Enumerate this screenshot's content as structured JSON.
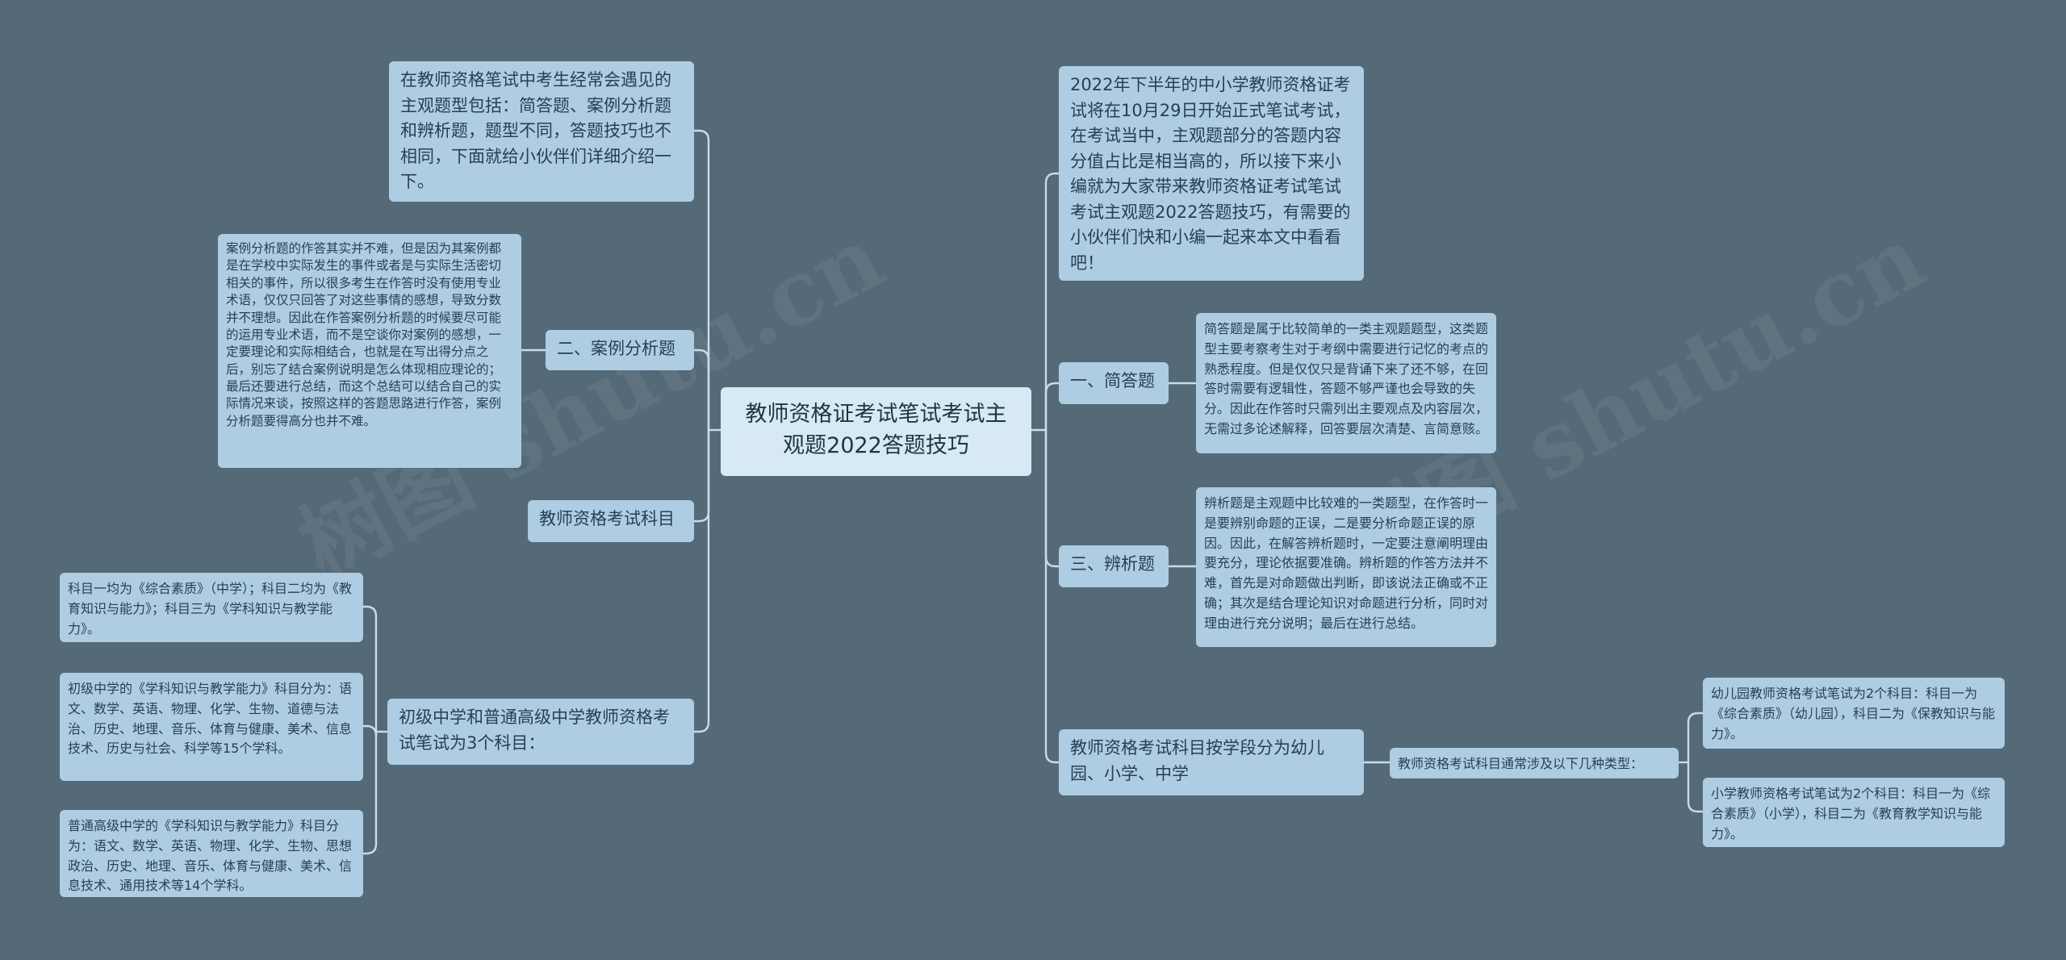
{
  "watermark": "树图 shutu.cn",
  "root": "教师资格证考试笔试考试主观题2022答题技巧",
  "left": {
    "intro": "在教师资格笔试中考生经常会遇见的主观题型包括：简答题、案例分析题和辨析题，题型不同，答题技巧也不相同，下面就给小伙伴们详细介绍一下。",
    "case_label": "二、案例分析题",
    "case_detail": "案例分析题的作答其实并不难，但是因为其案例都是在学校中实际发生的事件或者是与实际生活密切相关的事件，所以很多考生在作答时没有使用专业术语，仅仅只回答了对这些事情的感想，导致分数并不理想。因此在作答案例分析题的时候要尽可能的运用专业术语，而不是空谈你对案例的感想，一定要理论和实际相结合，也就是在写出得分点之后，别忘了结合案例说明是怎么体现相应理论的；最后还要进行总结，而这个总结可以结合自己的实际情况来谈，按照这样的答题思路进行作答，案例分析题要得高分也并不难。",
    "subject_label": "教师资格考试科目",
    "three_label": "初级中学和普通高级中学教师资格考试笔试为3个科目：",
    "three_items": [
      "科目一均为《综合素质》（中学）；科目二均为《教育知识与能力》；科目三为《学科知识与教学能力》。",
      "初级中学的《学科知识与教学能力》科目分为：语文、数学、英语、物理、化学、生物、道德与法治、历史、地理、音乐、体育与健康、美术、信息技术、历史与社会、科学等15个学科。",
      "普通高级中学的《学科知识与教学能力》科目分为：语文、数学、英语、物理、化学、生物、思想政治、历史、地理、音乐、体育与健康、美术、信息技术、通用技术等14个学科。"
    ]
  },
  "right": {
    "intro": "2022年下半年的中小学教师资格证考试将在10月29日开始正式笔试考试，在考试当中，主观题部分的答题内容分值占比是相当高的，所以接下来小编就为大家带来教师资格证考试笔试考试主观题2022答题技巧，有需要的小伙伴们快和小编一起来本文中看看吧！",
    "short_label": "一、简答题",
    "short_detail": "简答题是属于比较简单的一类主观题题型，这类题型主要考察考生对于考纲中需要进行记忆的考点的熟悉程度。但是仅仅只是背诵下来了还不够，在回答时需要有逻辑性，答题不够严谨也会导致的失分。因此在作答时只需列出主要观点及内容层次，无需过多论述解释，回答要层次清楚、言简意赅。",
    "analysis_label": "三、辨析题",
    "analysis_detail": "辨析题是主观题中比较难的一类题型，在作答时一是要辨别命题的正误，二是要分析命题正误的原因。因此，在解答辨析题时，一定要注意阐明理由要充分，理论依据要准确。辨析题的作答方法并不难，首先是对命题做出判断，即该说法正确或不正确；其次是结合理论知识对命题进行分析，同时对理由进行充分说明；最后在进行总结。",
    "stage_label": "教师资格考试科目按学段分为幼儿园、小学、中学",
    "stage_mid": "教师资格考试科目通常涉及以下几种类型：",
    "stage_items": [
      "幼儿园教师资格考试笔试为2个科目：科目一为《综合素质》（幼儿园），科目二为《保教知识与能力》。",
      "小学教师资格考试笔试为2个科目：科目一为《综合素质》（小学），科目二为《教育教学知识与能力》。"
    ]
  }
}
